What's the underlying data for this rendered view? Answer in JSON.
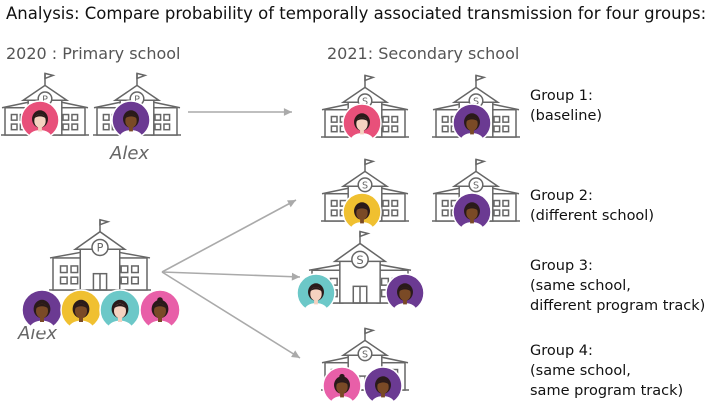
{
  "title": "Analysis: Compare probability of temporally associated transmission for four groups:",
  "year_2020": "2020 : Primary school",
  "year_2021": "2021: Secondary school",
  "alex_label": "Alex",
  "school_letters": {
    "primary": "P",
    "secondary": "S"
  },
  "groups": [
    {
      "name": "Group 1:",
      "lines": [
        "(baseline)"
      ]
    },
    {
      "name": "Group 2:",
      "lines": [
        "(different school)"
      ]
    },
    {
      "name": "Group 3:",
      "lines": [
        "(same school,",
        "different program track)"
      ]
    },
    {
      "name": "Group 4:",
      "lines": [
        "(same school,",
        "same program track)"
      ]
    }
  ],
  "colors": {
    "pink": "#e8507a",
    "purple": "#6b3a92",
    "yellow": "#f0c030",
    "teal": "#6cc8c8",
    "magenta": "#e85fa8",
    "arrow": "#aaaaaa",
    "building": "#666666"
  }
}
